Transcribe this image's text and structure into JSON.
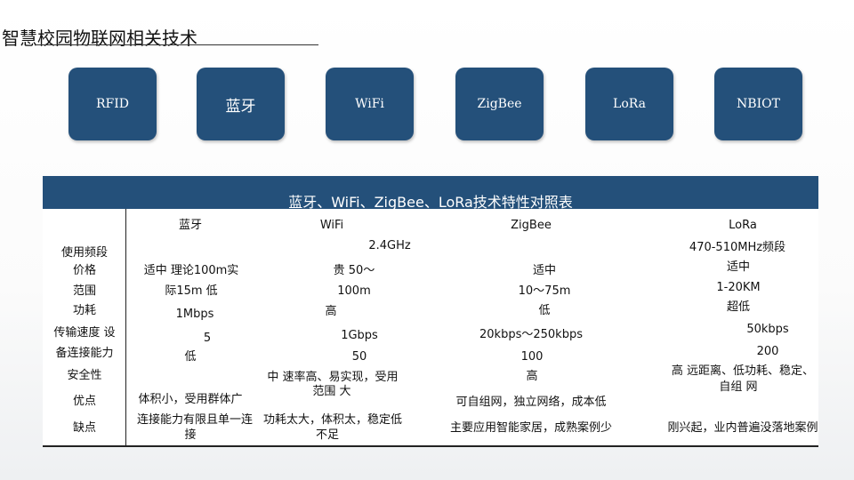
{
  "title": "智慧校园物联网相关技术",
  "tech_buttons": [
    "RFID",
    "蓝牙",
    "WiFi",
    "ZigBee",
    "LoRa",
    "NBIOT"
  ],
  "table": {
    "title": "蓝牙、WiFi、ZigBee、LoRa技术特性对照表",
    "columns": [
      "蓝牙",
      "WiFi",
      "ZigBee",
      "LoRa"
    ],
    "row_labels": [
      "使用频段",
      "价格",
      "范围",
      "功耗",
      "传输速度 设",
      "备连接能力",
      "安全性",
      "优点",
      "缺点"
    ],
    "bluetooth": [
      "适中 理论100m实",
      "际15m 低",
      "1Mbps",
      "5",
      "低",
      "体积小，受用群体广",
      "连接能力有限且单一连",
      "接"
    ],
    "wifi": [
      "2.4GHz",
      "贵 50～",
      "100m",
      "高",
      "1Gbps",
      "50",
      "中 速率高、易实现，受用",
      "范围 大",
      "功耗太大，体积太，稳定低",
      "不足"
    ],
    "zigbee": [
      "适中",
      "10～75m",
      "低",
      "20kbps～250kbps",
      "100",
      "高",
      "可自组网，独立网络，成本低",
      "主要应用智能家居，成熟案例少"
    ],
    "lora": [
      "470-510MHz频段",
      "适中",
      "1-20KM",
      "超低",
      "50kbps",
      "200",
      "高 远距离、低功耗、稳定、",
      "自组 网",
      "刚兴起，业内普遍没落地案例"
    ]
  },
  "colors": {
    "accent": "#24507a"
  }
}
